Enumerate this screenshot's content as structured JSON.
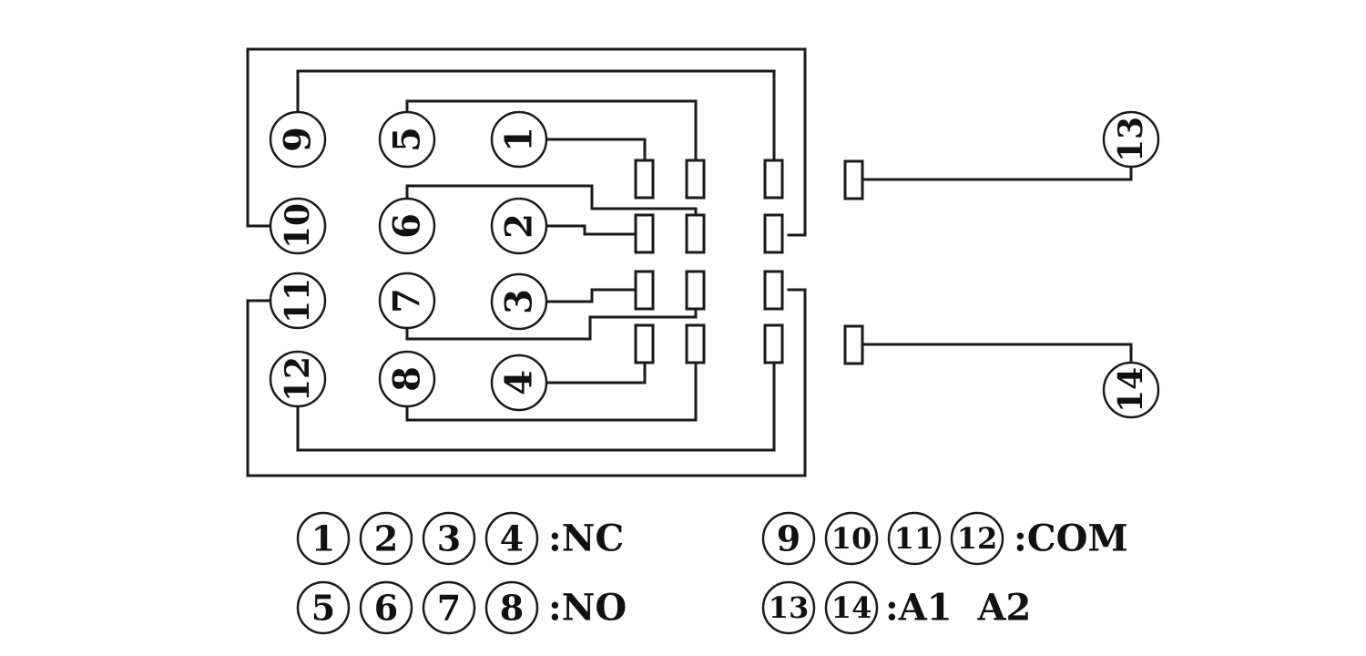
{
  "diagram": {
    "title": "",
    "pins": [
      {
        "id": "1",
        "label": "1",
        "group": "NC"
      },
      {
        "id": "2",
        "label": "2",
        "group": "NC"
      },
      {
        "id": "3",
        "label": "3",
        "group": "NC"
      },
      {
        "id": "4",
        "label": "4",
        "group": "NC"
      },
      {
        "id": "5",
        "label": "5",
        "group": "NO"
      },
      {
        "id": "6",
        "label": "6",
        "group": "NO"
      },
      {
        "id": "7",
        "label": "7",
        "group": "NO"
      },
      {
        "id": "8",
        "label": "8",
        "group": "NO"
      },
      {
        "id": "9",
        "label": "9",
        "group": "COM"
      },
      {
        "id": "10",
        "label": "10",
        "group": "COM"
      },
      {
        "id": "11",
        "label": "11",
        "group": "COM"
      },
      {
        "id": "12",
        "label": "12",
        "group": "COM"
      },
      {
        "id": "13",
        "label": "13",
        "group": "A1"
      },
      {
        "id": "14",
        "label": "14",
        "group": "A2"
      }
    ],
    "contact_columns": [
      "NC",
      "NO",
      "COM"
    ],
    "contact_rows": 4,
    "coil_terminals": [
      "A1",
      "A2"
    ],
    "connections": [
      {
        "from": "1",
        "to": "NC-row1"
      },
      {
        "from": "2",
        "to": "NC-row2"
      },
      {
        "from": "3",
        "to": "NC-row3"
      },
      {
        "from": "4",
        "to": "NC-row4"
      },
      {
        "from": "5",
        "to": "NO-row1"
      },
      {
        "from": "6",
        "to": "NO-row2"
      },
      {
        "from": "7",
        "to": "NO-row3"
      },
      {
        "from": "8",
        "to": "NO-row4"
      },
      {
        "from": "9",
        "to": "COM-row1"
      },
      {
        "from": "10",
        "to": "COM-row2"
      },
      {
        "from": "11",
        "to": "COM-row3"
      },
      {
        "from": "12",
        "to": "COM-row4"
      },
      {
        "from": "13",
        "to": "coil-A1"
      },
      {
        "from": "14",
        "to": "coil-A2"
      }
    ]
  },
  "legend": {
    "rows": [
      {
        "pins": [
          "1",
          "2",
          "3",
          "4"
        ],
        "text": ":NC"
      },
      {
        "pins": [
          "5",
          "6",
          "7",
          "8"
        ],
        "text": ":NO"
      },
      {
        "pins": [
          "9",
          "10",
          "11",
          "12"
        ],
        "text": ":COM"
      },
      {
        "pins": [
          "13",
          "14"
        ],
        "text": ":A1  A2"
      }
    ]
  }
}
